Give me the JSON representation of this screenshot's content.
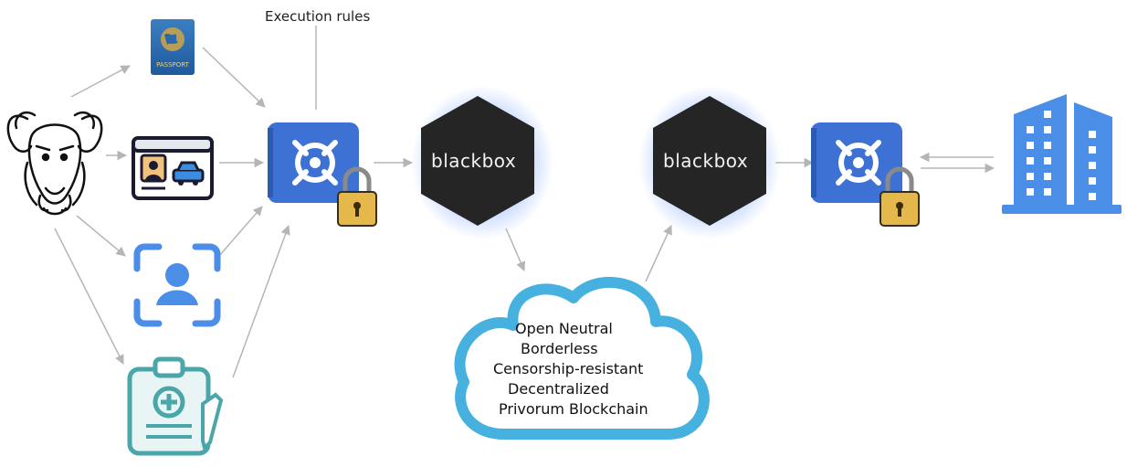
{
  "execution_rules_label": "Execution rules",
  "passport_label": "PASSPORT",
  "blackbox_1_label": "blackbox",
  "blackbox_2_label": "blackbox",
  "cloud_lines": [
    "Open Neutral",
    "Borderless",
    "Censorship-resistant",
    "Decentralized",
    "Privorum Blockchain"
  ],
  "colors": {
    "vault_blue": "#3d72d4",
    "blackbox_fill": "#252525",
    "cloud_blue": "#46b1de",
    "building_blue": "#4a8ee8",
    "arrow_gray": "#b5b5b5",
    "lock_gold": "#e4b84a",
    "medical_teal": "#4aa6a8",
    "scan_blue": "#4a8ee8"
  },
  "icons": [
    "gnu-head-icon",
    "passport-icon",
    "id-card-icon",
    "face-scan-icon",
    "medical-record-icon",
    "vault-lock-icon",
    "blackbox-hexagon-icon",
    "cloud-icon",
    "building-icon"
  ]
}
